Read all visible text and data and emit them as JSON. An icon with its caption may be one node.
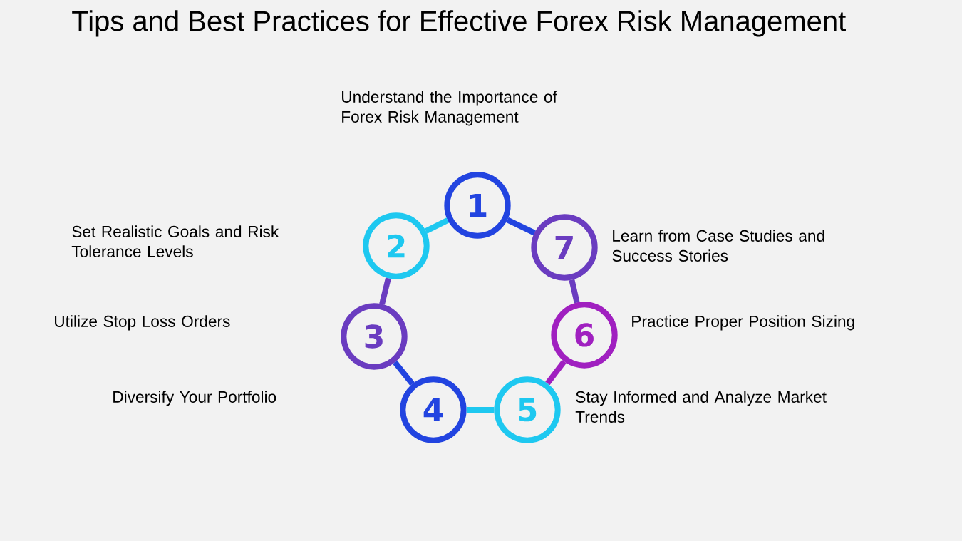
{
  "diagram": {
    "title": "Tips and Best Practices for Effective Forex Risk Management",
    "nodes": [
      {
        "text": [
          "1"
        ],
        "beside": [
          "Understand the Importance of Forex Risk Management"
        ]
      },
      {
        "text": [
          "2"
        ]
      },
      {
        "text": [
          "3"
        ]
      },
      {
        "text": [
          "4"
        ]
      },
      {
        "text": [
          "5"
        ],
        "beside": [
          "Stay Informed and Analyze Market Trends"
        ]
      },
      {
        "text": [
          "6"
        ],
        "beside": [
          "Practice Proper Position Sizing"
        ]
      },
      {
        "text": [
          "7"
        ],
        "beside": [
          "Learn from Case Studies and Success Stories"
        ]
      }
    ],
    "edges": [
      {
        "from": 0,
        "to": 6,
        "arrow": "none",
        "color": "#2244e0"
      },
      {
        "from": 6,
        "to": 5,
        "arrow": "none",
        "color": "#6a3cc0"
      },
      {
        "from": 5,
        "to": 4,
        "arrow": "none",
        "color": "#a020c0"
      },
      {
        "from": 4,
        "to": 3,
        "arrow": "none",
        "color": "#1ec8f0"
      },
      {
        "from": 3,
        "to": 2,
        "arrow": "none",
        "color": "#2244e0"
      },
      {
        "from": 2,
        "to": 1,
        "arrow": "none",
        "color": "#6a3cc0"
      },
      {
        "from": 1,
        "to": 0,
        "arrow": "none",
        "color": "#1ec8f0"
      }
    ],
    "labels": [
      "Set Realistic Goals and Risk Tolerance Levels",
      "Utilize Stop Loss Orders",
      "Diversify Your Portfolio"
    ]
  }
}
